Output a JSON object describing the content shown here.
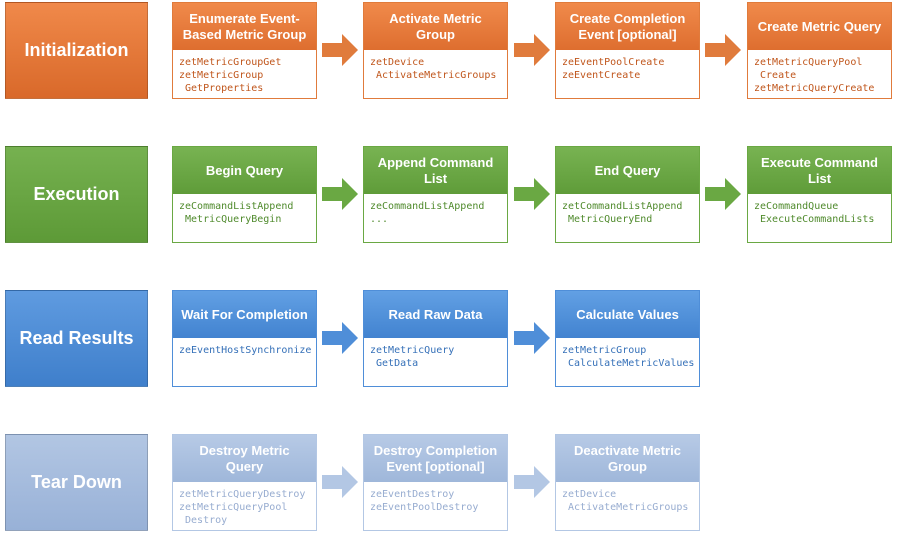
{
  "colors": {
    "initialization": "#e07b3c",
    "execution": "#6aa843",
    "read_results": "#4f8ed8",
    "tear_down": "#b3c7e4"
  },
  "rows": [
    {
      "label": "Initialization",
      "steps": [
        {
          "title": "Enumerate Event-Based Metric Group",
          "api": "zetMetricGroupGet\nzetMetricGroup\n GetProperties"
        },
        {
          "title": "Activate Metric Group",
          "api": "zetDevice\n ActivateMetricGroups"
        },
        {
          "title": "Create Completion Event [optional]",
          "api": "zeEventPoolCreate\nzeEventCreate"
        },
        {
          "title": "Create Metric Query",
          "api": "zetMetricQueryPool\n Create\nzetMetricQueryCreate"
        }
      ]
    },
    {
      "label": "Execution",
      "steps": [
        {
          "title": "Begin Query",
          "api": "zeCommandListAppend\n MetricQueryBegin"
        },
        {
          "title": "Append Command List",
          "api": "zeCommandListAppend\n..."
        },
        {
          "title": "End Query",
          "api": "zetCommandListAppend\n MetricQueryEnd"
        },
        {
          "title": "Execute Command List",
          "api": "zeCommandQueue\n ExecuteCommandLists"
        }
      ]
    },
    {
      "label": "Read Results",
      "steps": [
        {
          "title": "Wait For Completion",
          "api": "zeEventHostSynchronize"
        },
        {
          "title": "Read Raw Data",
          "api": "zetMetricQuery\n GetData"
        },
        {
          "title": "Calculate Values",
          "api": "zetMetricGroup\n CalculateMetricValues"
        }
      ]
    },
    {
      "label": "Tear Down",
      "steps": [
        {
          "title": "Destroy Metric Query",
          "api": "zetMetricQueryDestroy\nzetMetricQueryPool\n Destroy"
        },
        {
          "title": "Destroy Completion Event [optional]",
          "api": "zeEventDestroy\nzeEventPoolDestroy"
        },
        {
          "title": "Deactivate Metric Group",
          "api": "zetDevice\n ActivateMetricGroups"
        }
      ]
    }
  ]
}
